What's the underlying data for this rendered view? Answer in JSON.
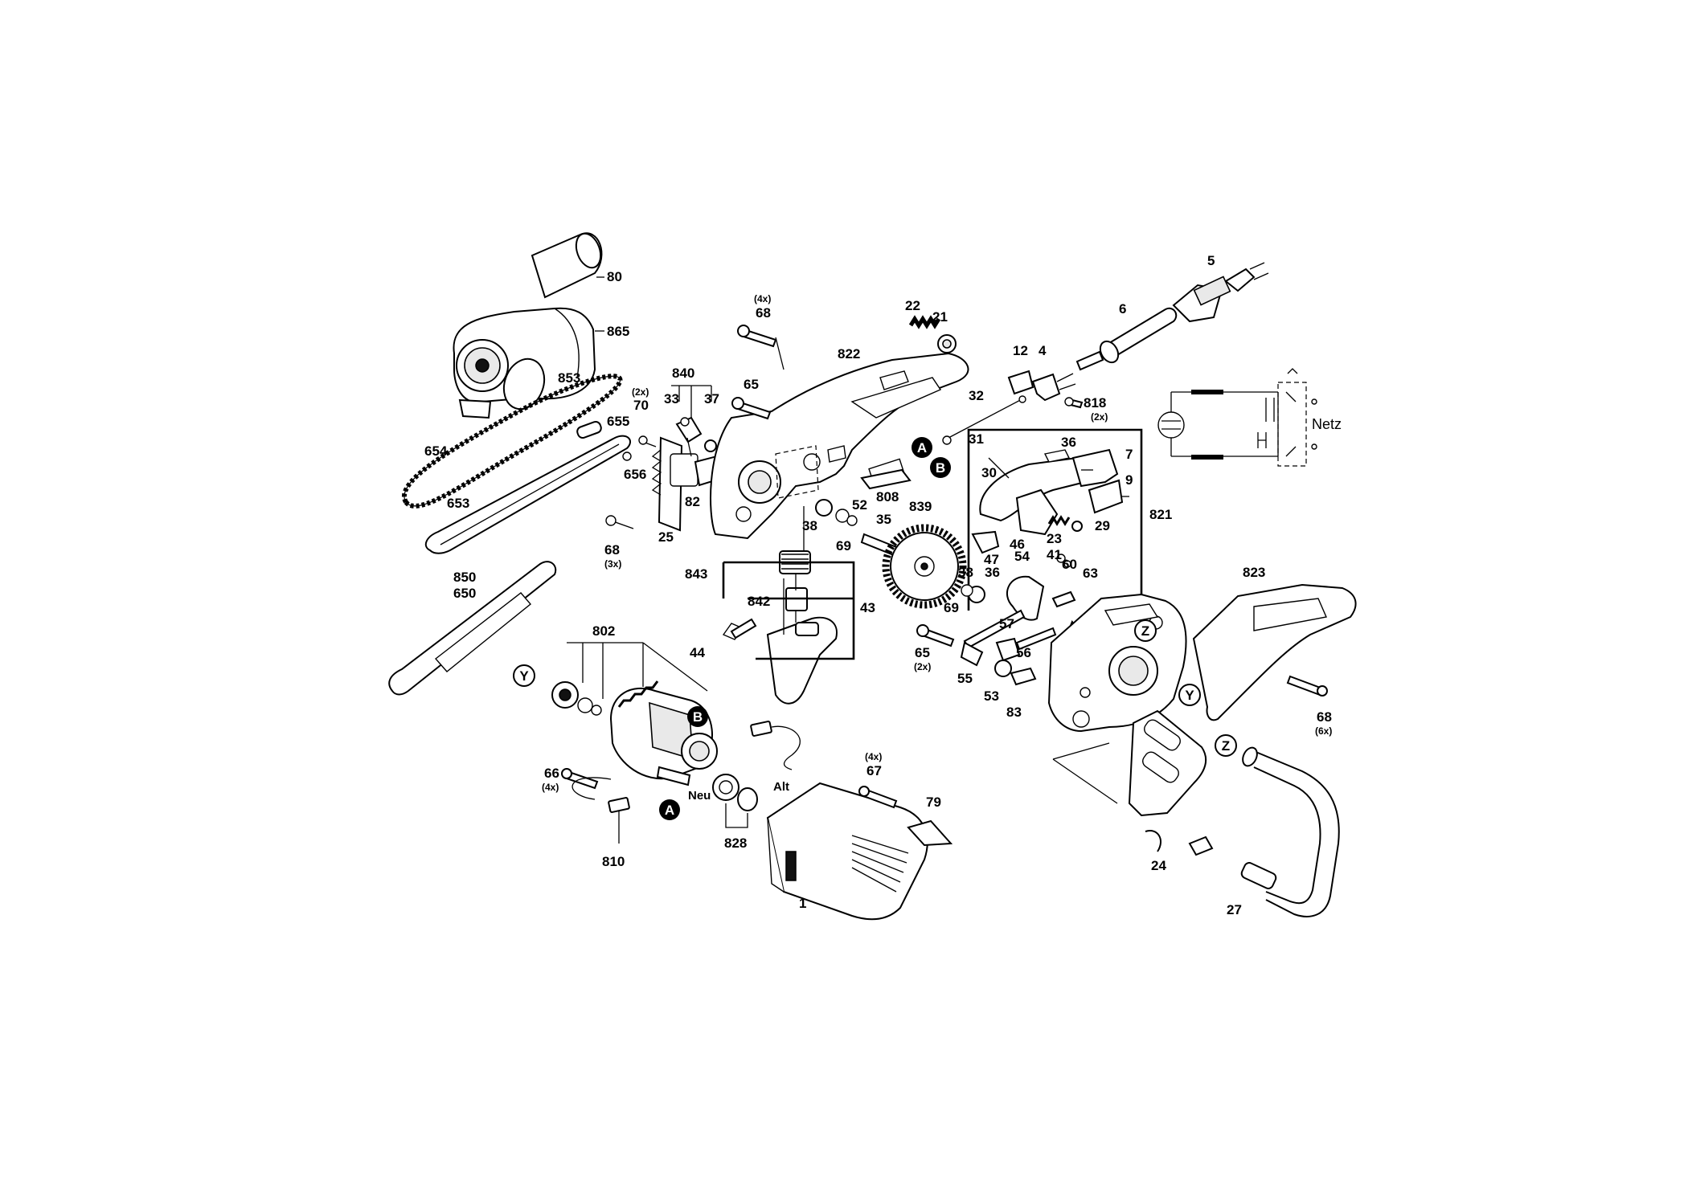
{
  "parts": [
    {
      "id": "p80",
      "text": "80"
    },
    {
      "id": "p865",
      "text": "865"
    },
    {
      "id": "p853",
      "text": "853"
    },
    {
      "id": "p655",
      "text": "655"
    },
    {
      "id": "p654",
      "text": "654"
    },
    {
      "id": "p656",
      "text": "656"
    },
    {
      "id": "p653",
      "text": "653"
    },
    {
      "id": "p70",
      "text": "70"
    },
    {
      "id": "p70q",
      "text": "(2x)"
    },
    {
      "id": "p68a",
      "text": "68"
    },
    {
      "id": "p68aq",
      "text": "(3x)"
    },
    {
      "id": "p25",
      "text": "25"
    },
    {
      "id": "p840",
      "text": "840"
    },
    {
      "id": "p33",
      "text": "33"
    },
    {
      "id": "p37",
      "text": "37"
    },
    {
      "id": "p82",
      "text": "82"
    },
    {
      "id": "p68b",
      "text": "68"
    },
    {
      "id": "p68bq",
      "text": "(4x)"
    },
    {
      "id": "p65a",
      "text": "65"
    },
    {
      "id": "p822",
      "text": "822"
    },
    {
      "id": "p22",
      "text": "22"
    },
    {
      "id": "p21",
      "text": "21"
    },
    {
      "id": "p808",
      "text": "808"
    },
    {
      "id": "p38a",
      "text": "38"
    },
    {
      "id": "p52",
      "text": "52"
    },
    {
      "id": "p69a",
      "text": "69"
    },
    {
      "id": "p35",
      "text": "35"
    },
    {
      "id": "p839",
      "text": "839"
    },
    {
      "id": "p843",
      "text": "843"
    },
    {
      "id": "p842",
      "text": "842"
    },
    {
      "id": "p43",
      "text": "43"
    },
    {
      "id": "p44",
      "text": "44"
    },
    {
      "id": "p850",
      "text": "850"
    },
    {
      "id": "p650",
      "text": "650"
    },
    {
      "id": "p802",
      "text": "802"
    },
    {
      "id": "p66",
      "text": "66"
    },
    {
      "id": "p66q",
      "text": "(4x)"
    },
    {
      "id": "p810",
      "text": "810"
    },
    {
      "id": "pNeu",
      "text": "Neu"
    },
    {
      "id": "pAlt",
      "text": "Alt"
    },
    {
      "id": "p828",
      "text": "828"
    },
    {
      "id": "p67",
      "text": "67"
    },
    {
      "id": "p67q",
      "text": "(4x)"
    },
    {
      "id": "p79",
      "text": "79"
    },
    {
      "id": "p1",
      "text": "1"
    },
    {
      "id": "p12",
      "text": "12"
    },
    {
      "id": "p4",
      "text": "4"
    },
    {
      "id": "p6",
      "text": "6"
    },
    {
      "id": "p5",
      "text": "5"
    },
    {
      "id": "p818",
      "text": "818"
    },
    {
      "id": "p818q",
      "text": "(2x)"
    },
    {
      "id": "p32",
      "text": "32"
    },
    {
      "id": "p31",
      "text": "31"
    },
    {
      "id": "p36a",
      "text": "36"
    },
    {
      "id": "p7",
      "text": "7"
    },
    {
      "id": "p30",
      "text": "30"
    },
    {
      "id": "p9",
      "text": "9"
    },
    {
      "id": "p821",
      "text": "821"
    },
    {
      "id": "p29",
      "text": "29"
    },
    {
      "id": "p46",
      "text": "46"
    },
    {
      "id": "p23",
      "text": "23"
    },
    {
      "id": "p47",
      "text": "47"
    },
    {
      "id": "p36b",
      "text": "36"
    },
    {
      "id": "p54",
      "text": "54"
    },
    {
      "id": "p41",
      "text": "41"
    },
    {
      "id": "p60",
      "text": "60"
    },
    {
      "id": "p63",
      "text": "63"
    },
    {
      "id": "p38b",
      "text": "38"
    },
    {
      "id": "p69b",
      "text": "69"
    },
    {
      "id": "p65b",
      "text": "65"
    },
    {
      "id": "p65bq",
      "text": "(2x)"
    },
    {
      "id": "p57",
      "text": "57"
    },
    {
      "id": "p56",
      "text": "56"
    },
    {
      "id": "p55",
      "text": "55"
    },
    {
      "id": "p53",
      "text": "53"
    },
    {
      "id": "p83",
      "text": "83"
    },
    {
      "id": "p823",
      "text": "823"
    },
    {
      "id": "p68c",
      "text": "68"
    },
    {
      "id": "p68cq",
      "text": "(6x)"
    },
    {
      "id": "p24",
      "text": "24"
    },
    {
      "id": "p27",
      "text": "27"
    }
  ],
  "markers": [
    {
      "id": "mA1",
      "text": "A",
      "style": "filled"
    },
    {
      "id": "mB1",
      "text": "B",
      "style": "filled"
    },
    {
      "id": "mB2",
      "text": "B",
      "style": "filled"
    },
    {
      "id": "mA2",
      "text": "A",
      "style": "filled"
    },
    {
      "id": "mY1",
      "text": "Y",
      "style": "outline"
    },
    {
      "id": "mY2",
      "text": "Y",
      "style": "outline"
    },
    {
      "id": "mZ1",
      "text": "Z",
      "style": "outline"
    },
    {
      "id": "mZ2",
      "text": "Z",
      "style": "outline"
    }
  ],
  "schematic": {
    "label": "Netz"
  }
}
